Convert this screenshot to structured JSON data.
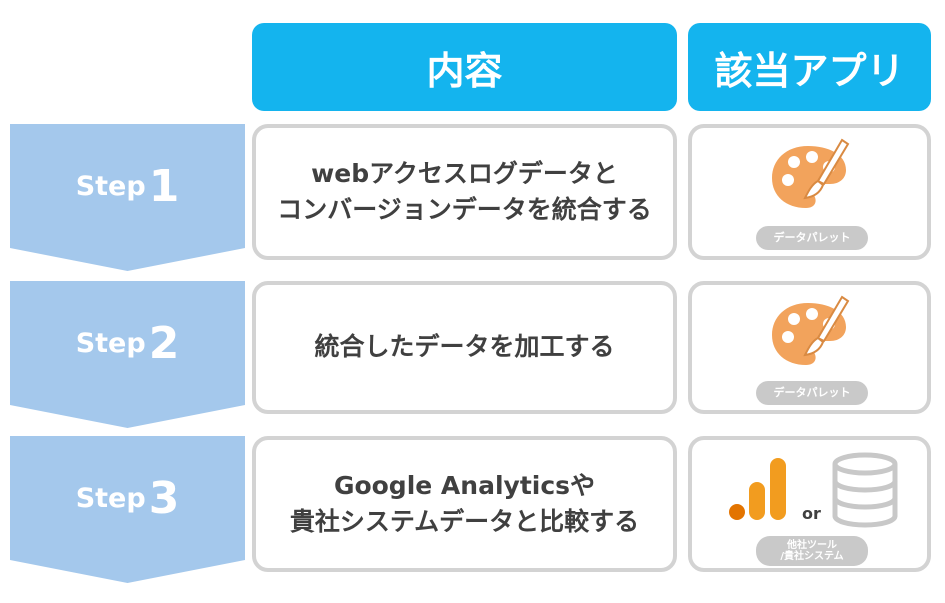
{
  "headers": {
    "content": "内容",
    "app": "該当アプリ"
  },
  "steps": [
    {
      "word": "Step",
      "number": "1",
      "content_lines": [
        "webアクセスログデータと",
        "コンバージョンデータを統合する"
      ],
      "app_label": "データパレット",
      "app_icon": "palette-icon"
    },
    {
      "word": "Step",
      "number": "2",
      "content_lines": [
        "統合したデータを加工する"
      ],
      "app_label": "データパレット",
      "app_icon": "palette-icon"
    },
    {
      "word": "Step",
      "number": "3",
      "content_lines": [
        "Google Analyticsや",
        "貴社システムデータと比較する"
      ],
      "or_text": "or",
      "app_label_lines": [
        "他社ツール",
        "/貴社システム"
      ],
      "app_icons": [
        "google-analytics-icon",
        "database-icon"
      ]
    }
  ],
  "colors": {
    "header": "#14b4ee",
    "step_arrow": "#a4c8ec",
    "box_border": "#d3d3d3",
    "pill": "#c9c9c9",
    "text": "#404040",
    "palette": "#f2a35c",
    "ga_orange": "#f29c1f",
    "ga_dark": "#e37400"
  }
}
